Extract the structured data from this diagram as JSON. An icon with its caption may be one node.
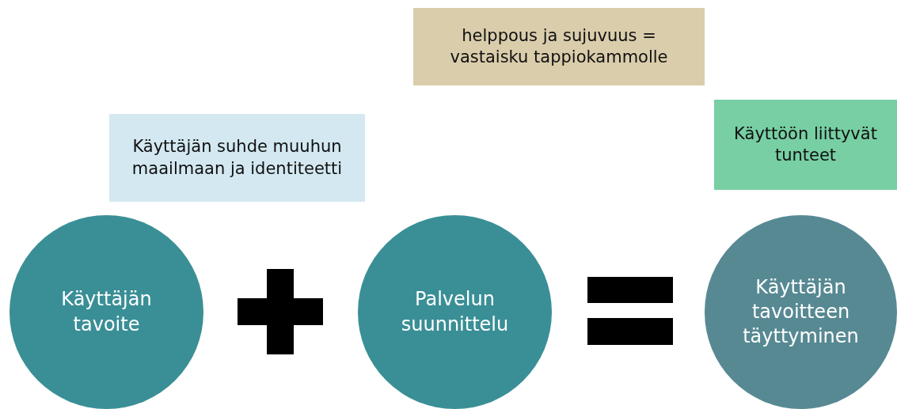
{
  "diagram": {
    "nodes": [
      {
        "text": [
          "helppous ja sujuvuus = vastaisku tappiokammolle"
        ]
      },
      {
        "text": [
          "Käyttäjän suhde muuhun maailmaan ja identiteetti"
        ]
      },
      {
        "text": [
          "Käyttöön liittyvät tunteet"
        ]
      },
      {
        "text": [
          "Käyttäjän tavoite"
        ]
      },
      {
        "text": [
          "Palvelun suunnittelu"
        ]
      },
      {
        "text": [
          "Käyttäjän tavoitteen täyttyminen"
        ]
      }
    ]
  }
}
